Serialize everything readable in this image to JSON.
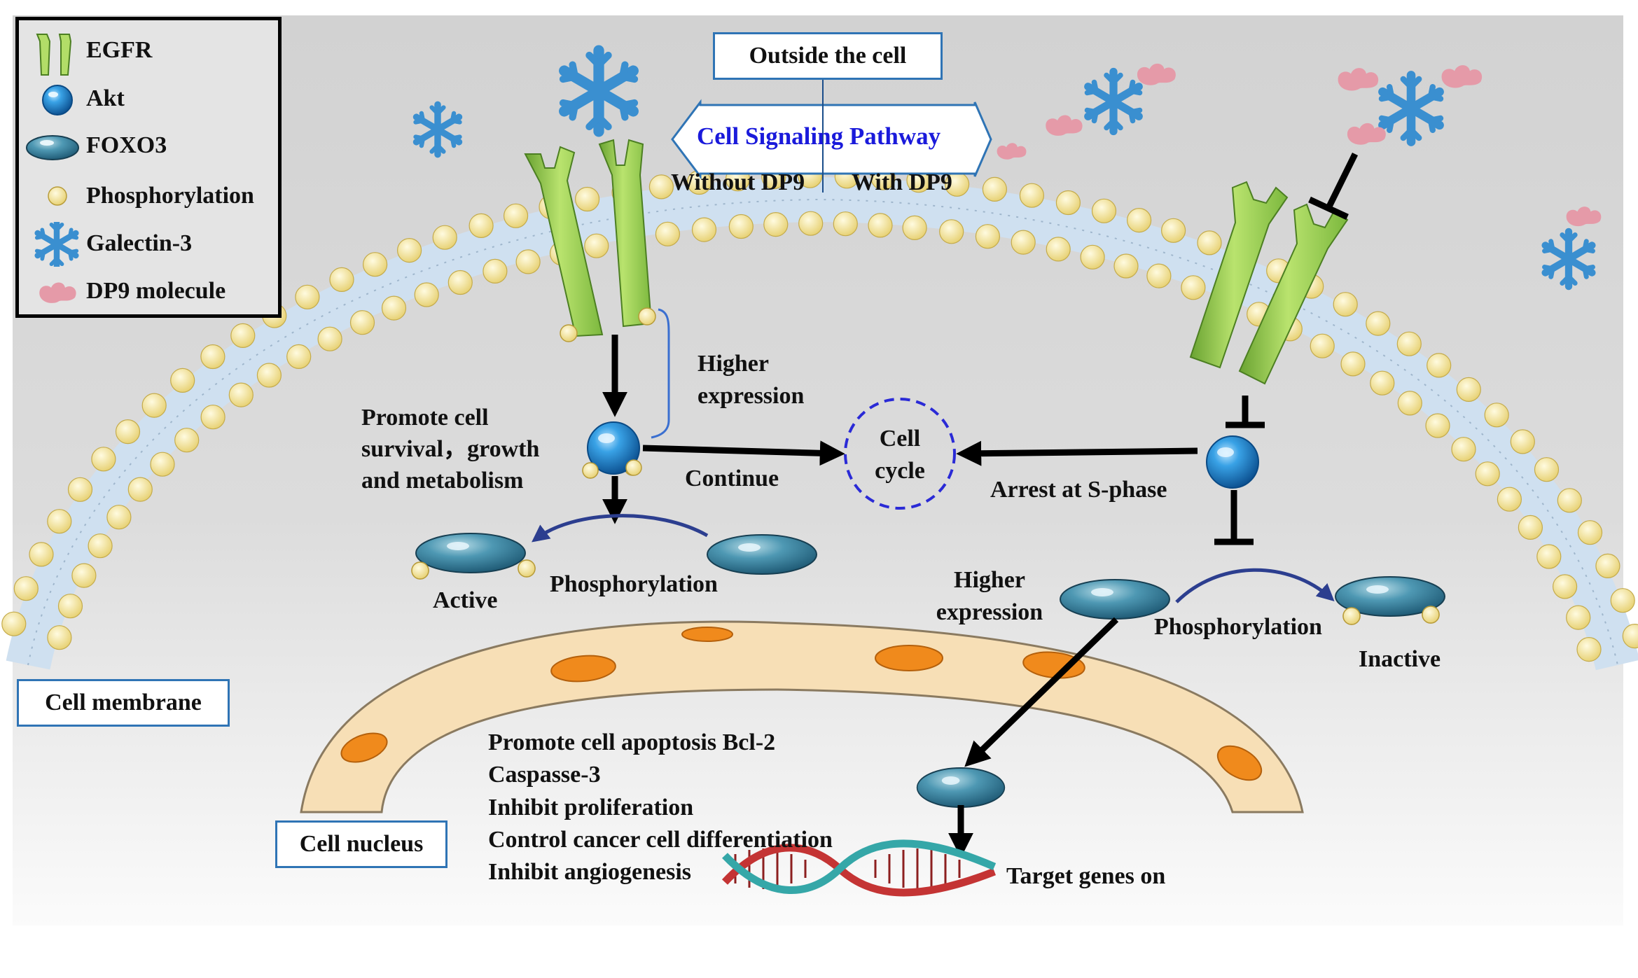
{
  "legend": {
    "items": [
      {
        "label": "EGFR",
        "icon": "egfr-receptor-icon"
      },
      {
        "label": "Akt",
        "icon": "akt-sphere-icon"
      },
      {
        "label": "FOXO3",
        "icon": "foxo3-capsule-icon"
      },
      {
        "label": "Phosphorylation",
        "icon": "phosphate-dot-icon"
      },
      {
        "label": "Galectin-3",
        "icon": "galectin-snowflake-icon"
      },
      {
        "label": "DP9 molecule",
        "icon": "dp9-molecule-icon"
      }
    ]
  },
  "header": {
    "outside_label": "Outside the cell",
    "pathway_label": "Cell Signaling Pathway",
    "without_label": "Without DP9",
    "with_label": "With DP9"
  },
  "left_pathway": {
    "higher_expression": "Higher\nexpression",
    "promote": "Promote cell\nsurvival，growth\nand metabolism",
    "continue_label": "Continue",
    "active_label": "Active",
    "phosphorylation": "Phosphorylation"
  },
  "cell_cycle": {
    "label": "Cell\ncycle"
  },
  "right_pathway": {
    "arrest_label": "Arrest at S-phase",
    "higher_expression": "Higher\nexpression",
    "phosphorylation": "Phosphorylation",
    "inactive_label": "Inactive"
  },
  "regions": {
    "membrane_label": "Cell membrane",
    "nucleus_label": "Cell nucleus"
  },
  "nucleus_effects": {
    "lines": [
      "Promote cell apoptosis Bcl-2",
      "Caspasse-3",
      "Inhibit proliferation",
      "Control cancer cell differentiation",
      "Inhibit angiogenesis"
    ],
    "target_genes": "Target genes on"
  },
  "colors": {
    "egfr": "#a8d85a",
    "akt": "#2a8fd4",
    "foxo3": "#3f8eaa",
    "phosphate": "#f6e9a2",
    "galectin": "#3a8fd0",
    "dp9": "#e59aa8",
    "box_border": "#2f74b5",
    "pathway_text": "#1a1adb",
    "cell_cycle_ring": "#2a2ad6",
    "nucleus": "#f6dcb2",
    "pore": "#f08a1c"
  }
}
